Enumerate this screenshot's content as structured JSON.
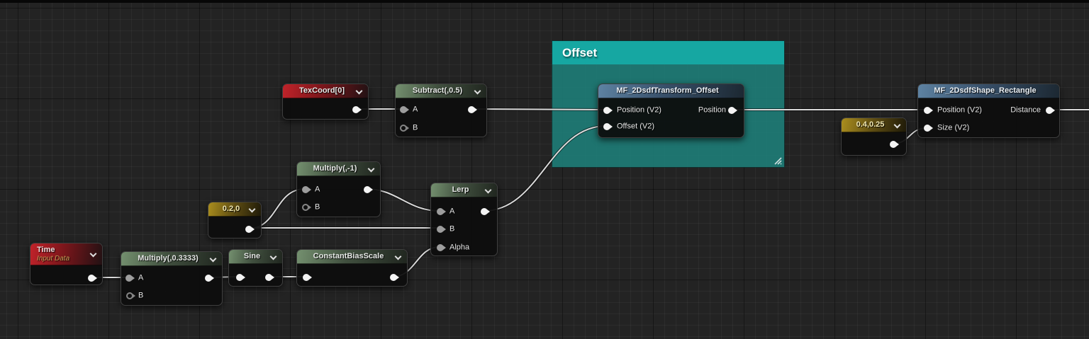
{
  "comment": {
    "title": "Offset"
  },
  "nodes": {
    "texcoord": {
      "title": "TexCoord[0]"
    },
    "subtract": {
      "title": "Subtract(,0.5)",
      "pins": {
        "a": "A",
        "b": "B"
      }
    },
    "multiply_neg1": {
      "title": "Multiply(,-1)",
      "pins": {
        "a": "A",
        "b": "B"
      }
    },
    "value_02_0": {
      "value": "0.2,0"
    },
    "lerp": {
      "title": "Lerp",
      "pins": {
        "a": "A",
        "b": "B",
        "alpha": "Alpha"
      }
    },
    "time": {
      "title": "Time",
      "subtitle": "Input Data"
    },
    "multiply_03333": {
      "title": "Multiply(,0.3333)",
      "pins": {
        "a": "A",
        "b": "B"
      }
    },
    "sine": {
      "title": "Sine"
    },
    "constant_bias_scale": {
      "title": "ConstantBiasScale"
    },
    "transform_offset": {
      "title": "MF_2DsdfTransform_Offset",
      "pins": {
        "position_in": "Position (V2)",
        "offset_in": "Offset (V2)",
        "position_out": "Position"
      }
    },
    "value_04_025": {
      "value": "0.4,0.25"
    },
    "shape_rectangle": {
      "title": "MF_2DsdfShape_Rectangle",
      "pins": {
        "position_in": "Position (V2)",
        "size_in": "Size (V2)",
        "distance_out": "Distance"
      }
    }
  },
  "colors": {
    "background": "#232323",
    "comment_header": "#16a7a2",
    "comment_body": "#1e7b78",
    "header_red": "#c1232a",
    "header_green": "#74906f",
    "header_yellow": "#ab8e1e",
    "header_blue": "#5e83a3",
    "wire": "#dadada",
    "input_data_subtitle": "#c89f56"
  },
  "icons": {
    "chevron_down": "v",
    "resize_handle": "//"
  }
}
